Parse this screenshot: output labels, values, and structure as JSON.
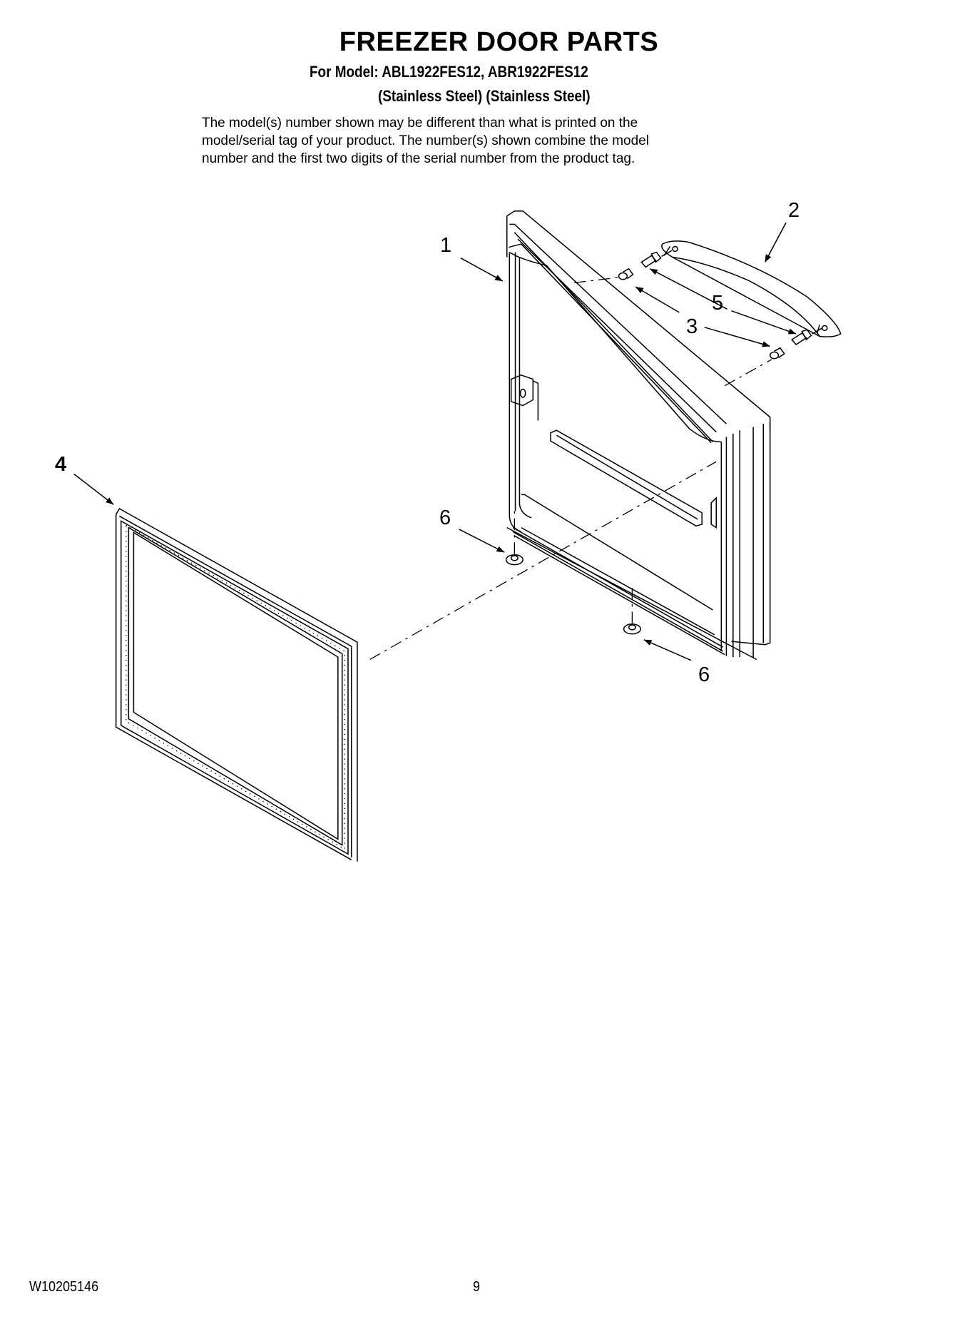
{
  "header": {
    "title": "FREEZER DOOR PARTS",
    "model_line": "For Model: ABL1922FES12, ABR1922FES12",
    "finish_line": "(Stainless Steel) (Stainless Steel)",
    "notice": [
      "The model(s) number shown may be different than what is printed on the",
      "model/serial tag of your product. The number(s) shown combine the model",
      "number and the first two digits of the serial number from the product tag."
    ]
  },
  "diagram": {
    "callouts": [
      {
        "id": "1",
        "part": "freezer-door"
      },
      {
        "id": "2",
        "part": "door-handle"
      },
      {
        "id": "3",
        "part": "handle-stud"
      },
      {
        "id": "4",
        "part": "door-gasket"
      },
      {
        "id": "5",
        "part": "handle-screw"
      },
      {
        "id": "6",
        "part": "door-glide"
      },
      {
        "id": "6",
        "part": "door-glide"
      }
    ]
  },
  "footer": {
    "doc_number": "W10205146",
    "page_number": "9"
  }
}
